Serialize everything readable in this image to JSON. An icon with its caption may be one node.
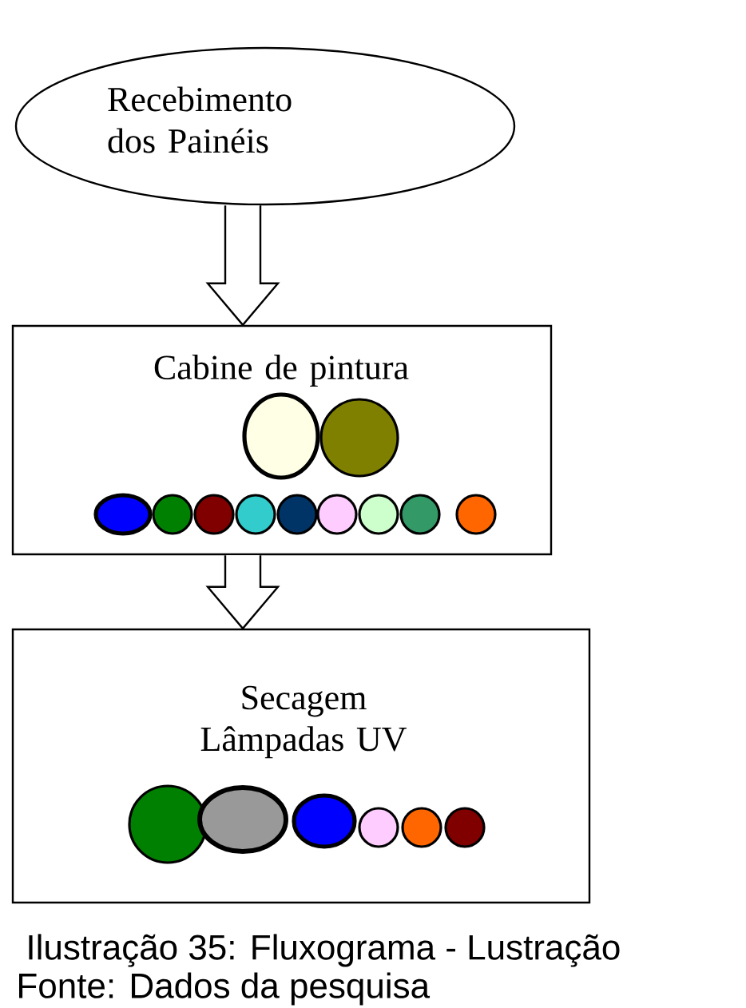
{
  "diagram": {
    "caption": "Ilustração 35: Fluxograma - Lustração",
    "nodes": [
      {
        "text": [
          "Recebimento dos Painéis"
        ]
      },
      {
        "text": [
          "Cabine de pintura"
        ]
      },
      {
        "text": [
          "Secagem Lâmpadas UV"
        ]
      }
    ],
    "edges": [
      {
        "from": 0,
        "to": 1,
        "arrow": "to"
      },
      {
        "from": 1,
        "to": 2,
        "arrow": "to"
      }
    ],
    "labels": [
      "Fonte: Dados da pesquisa"
    ]
  }
}
